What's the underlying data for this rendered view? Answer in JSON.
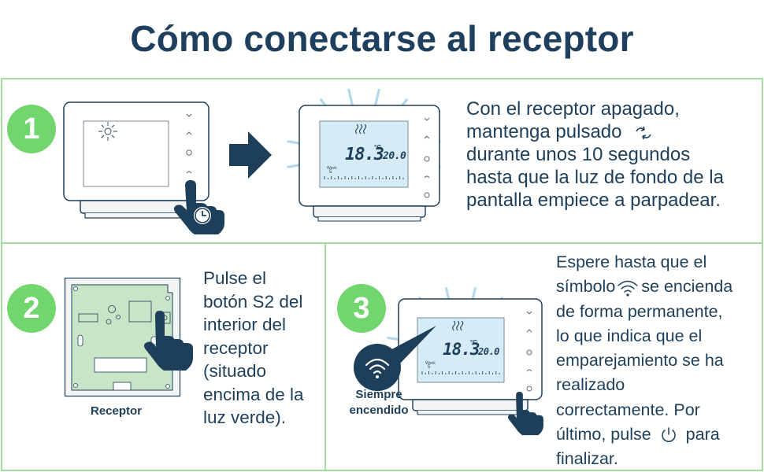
{
  "title": "Cómo conectarse al receptor",
  "steps": [
    {
      "number": "1",
      "lines": [
        "Con el receptor apagado,",
        "mantenga pulsado",
        "durante unos 10 segundos",
        "hasta que la luz de fondo de la",
        "pantalla empiece a parpadear."
      ]
    },
    {
      "number": "2",
      "lines": [
        "Pulse el",
        "botón S2 del",
        "interior del",
        "receptor",
        "(situado",
        "encima de la",
        "luz verde)."
      ],
      "caption": "Receptor"
    },
    {
      "number": "3",
      "lines": [
        "Espere hasta que el",
        "símbolo",
        "se encienda",
        "de forma permanente,",
        "lo que indica que el",
        "emparejamiento se ha",
        "realizado",
        "correctamente. Por",
        "último, pulse",
        "para",
        "finalizar."
      ],
      "badge_line1": "Siempre",
      "badge_line2": "encendido"
    }
  ],
  "lcd": {
    "temperature": "18.3",
    "unit": "°C",
    "setpoint": "20.0",
    "week": "Week",
    "day": "5"
  },
  "colors": {
    "green": "#72d66f",
    "navy": "#1e3f5a",
    "border": "#a6dca0",
    "ray": "#b5d8ea"
  }
}
